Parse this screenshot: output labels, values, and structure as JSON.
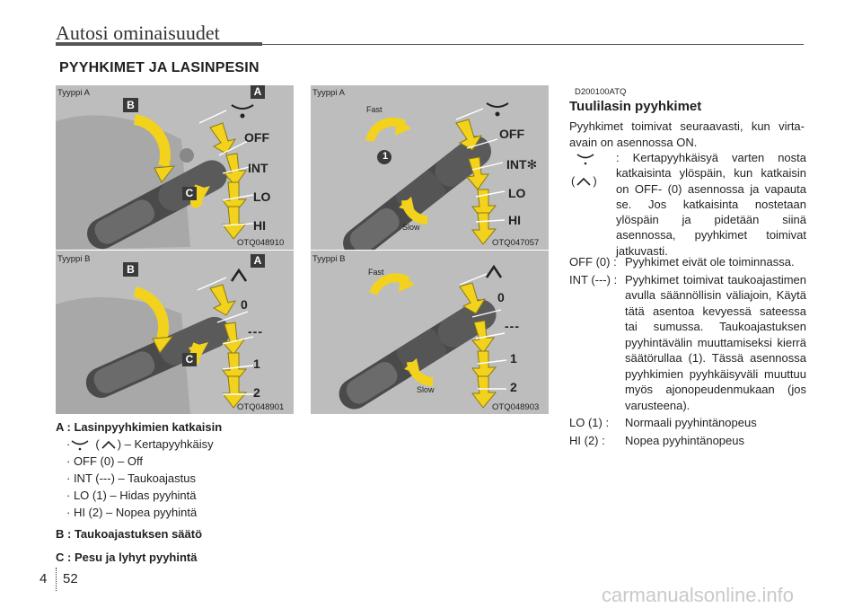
{
  "header": {
    "title": "Autosi ominaisuudet"
  },
  "section_title": "PYYHKIMET JA LASINPESIN",
  "figures": {
    "f1": {
      "type": "Tyyppi A",
      "code": "OTQ048910",
      "badges": [
        "B",
        "A",
        "C"
      ],
      "labels": [
        "OFF",
        "INT",
        "LO",
        "HI"
      ]
    },
    "f2": {
      "type": "Tyyppi B",
      "code": "OTQ048901",
      "badges": [
        "B",
        "A",
        "C"
      ],
      "labels": [
        "0",
        "---",
        "1",
        "2"
      ]
    },
    "f3": {
      "type": "Tyyppi A",
      "code": "OTQ047057",
      "fast": "Fast",
      "slow": "Slow",
      "one": "1",
      "labels": [
        "OFF",
        "INT✻",
        "LO",
        "HI"
      ]
    },
    "f4": {
      "type": "Tyyppi B",
      "code": "OTQ048903",
      "fast": "Fast",
      "slow": "Slow",
      "labels": [
        "0",
        "---",
        "1",
        "2"
      ]
    }
  },
  "left_text": {
    "a_title": "A : Lasinpyyhkimien katkaisin",
    "a_items": [
      "· ",
      "( ",
      " ) – Kertapyyhkäisy",
      "· OFF (0) – Off",
      "· INT (---) – Taukoajastus",
      "· LO (1) – Hidas pyyhintä",
      "· HI (2) – Nopea pyyhintä"
    ],
    "b_title": "B : Taukoajastuksen säätö",
    "c_title": "C : Pesu ja lyhyt pyyhintä"
  },
  "right_text": {
    "code_ref": "D200100ATQ",
    "subtitle": "Tuulilasin pyyhkimet",
    "intro": "Pyyhkimet toimivat seuraavasti, kun virta-avain on asennossa ON.",
    "mist_paren_open": "(",
    "mist_paren_close": ")",
    "mist_desc": ": Kertapyyhkäisyä varten nosta katkaisinta ylöspäin, kun katkaisin on OFF- (0) asennossa ja vapauta se. Jos katkaisinta nostetaan ylöspäin ja pidetään siinä asennossa, pyyhkimet toimivat jatkuvasti.",
    "rows": [
      {
        "term": "OFF (0) :",
        "desc": "Pyyhkimet eivät ole toiminnassa."
      },
      {
        "term": "INT (---) :",
        "desc": "Pyyhkimet toimivat taukoajastimen avulla säännöllisin väliajoin, Käytä tätä asentoa kevyessä sateessa tai sumussa. Taukoajastuksen pyyhintävälin muuttamiseksi kierrä säätörullaa (1). Tässä asennossa pyyhkimien pyyhkäisyväli muuttuu myös ajonopeudenmukaan (jos varusteena)."
      },
      {
        "term": "LO (1) :",
        "desc": "Normaali pyyhintänopeus"
      },
      {
        "term": "HI (2) :",
        "desc": "Nopea pyyhintänopeus"
      }
    ]
  },
  "footer": {
    "chapter": "4",
    "page": "52"
  },
  "watermark": "carmanualsonline.info",
  "colors": {
    "figure_bg": "#bdbdbd",
    "arrow_yellow": "#f2d21c",
    "badge_dark": "#3a3a3a"
  },
  "icons": [
    "wiper-mist-icon",
    "caret-up-icon",
    "curved-arrow-icon",
    "down-arrow-icon"
  ]
}
